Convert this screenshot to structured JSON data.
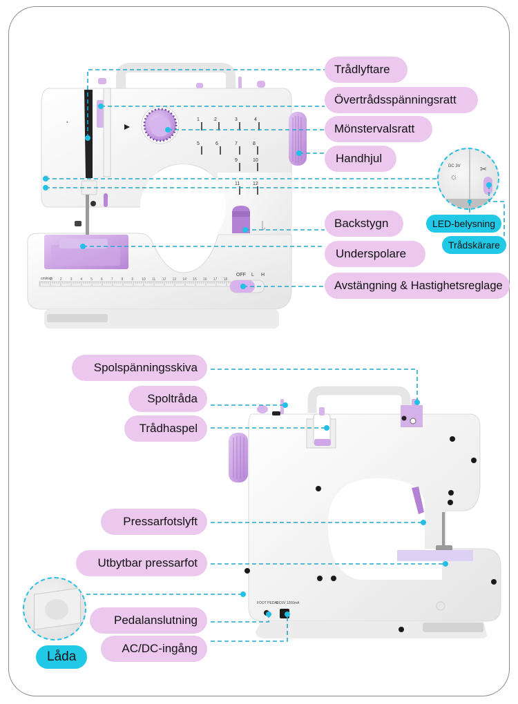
{
  "colors": {
    "label_fill": "#ecc8ef",
    "accent_tag": "#22c9e6",
    "leader_line": "#1fa7cc",
    "machine_purple": "#c79be0",
    "frame_border": "#8a8a8a"
  },
  "front_view": {
    "labels": [
      {
        "id": "thread-lifter",
        "text": "Trådlyftare"
      },
      {
        "id": "upper-thread-tension-dial",
        "text": "Övertrådsspänningsratt"
      },
      {
        "id": "pattern-selector-dial",
        "text": "Mönstervalsratt"
      },
      {
        "id": "handwheel",
        "text": "Handhjul"
      },
      {
        "id": "reverse-stitch",
        "text": "Backstygn"
      },
      {
        "id": "bobbin",
        "text": "Underspolare"
      },
      {
        "id": "power-speed-switch",
        "text": "Avstängning & Hastighetsreglage"
      }
    ],
    "callouts": [
      {
        "id": "led-light",
        "text": "LED-belysning"
      },
      {
        "id": "thread-cutter",
        "text": "Trådskärare"
      }
    ],
    "inset_text": "DC 3V",
    "switch_positions": [
      "OFF",
      "L",
      "H"
    ],
    "stitch_numbers": [
      "1",
      "2",
      "3",
      "4",
      "5",
      "6",
      "7",
      "8",
      "9",
      "10",
      "11",
      "12"
    ],
    "ruler_numbers": [
      "1",
      "2",
      "3",
      "4",
      "5",
      "6",
      "7",
      "8",
      "9",
      "10",
      "11",
      "12",
      "13",
      "14",
      "15",
      "16",
      "17",
      "18"
    ]
  },
  "back_view": {
    "labels": [
      {
        "id": "bobbin-winder-tension-disc",
        "text": "Spolspänningsskiva"
      },
      {
        "id": "bobbin-winder",
        "text": "Spoltråda"
      },
      {
        "id": "spool-pin",
        "text": "Trådhaspel"
      },
      {
        "id": "presser-foot-lifter",
        "text": "Pressarfotslyft"
      },
      {
        "id": "replaceable-presser-foot",
        "text": "Utbytbar pressarfot"
      },
      {
        "id": "pedal-socket",
        "text": "Pedalanslutning"
      },
      {
        "id": "ac-dc-input",
        "text": "AC/DC-ingång"
      }
    ],
    "drawer_tag": "Låda",
    "port_labels": [
      "FOOT PEDAL",
      "DC6V 1200mA"
    ]
  }
}
